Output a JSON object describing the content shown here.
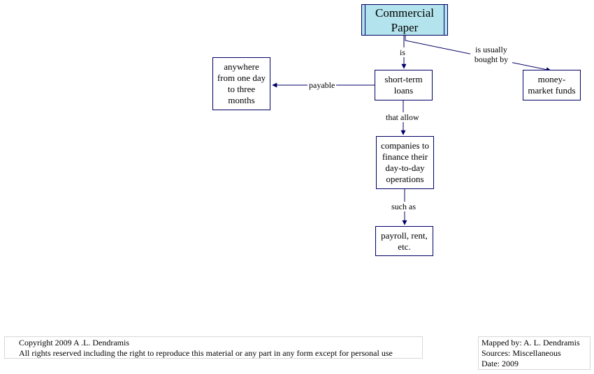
{
  "concept_map": {
    "nodes": {
      "commercial_paper": "Commercial Paper",
      "short_term_loans": "short-term loans",
      "anywhere": "anywhere from one day to three months",
      "money_market": "money-market funds",
      "companies": "companies to finance their day-to-day operations",
      "payroll": "payroll, rent, etc."
    },
    "links": {
      "is": "is",
      "is_usually_bought_by": "is usually bought by",
      "payable": "payable",
      "that_allow": "that allow",
      "such_as": "such as"
    }
  },
  "footer": {
    "copyright_line1": "Copyright 2009  A .L. Dendramis",
    "copyright_line2": "All rights reserved including the right to reproduce this material or any part in any form except for personal use",
    "mapped_by": "Mapped by:  A. L. Dendramis",
    "sources": "Sources:  Miscellaneous",
    "date": "Date: 2009"
  },
  "colors": {
    "root_fill": "#b3e3ec",
    "border": "#000066",
    "connector": "#000066"
  }
}
